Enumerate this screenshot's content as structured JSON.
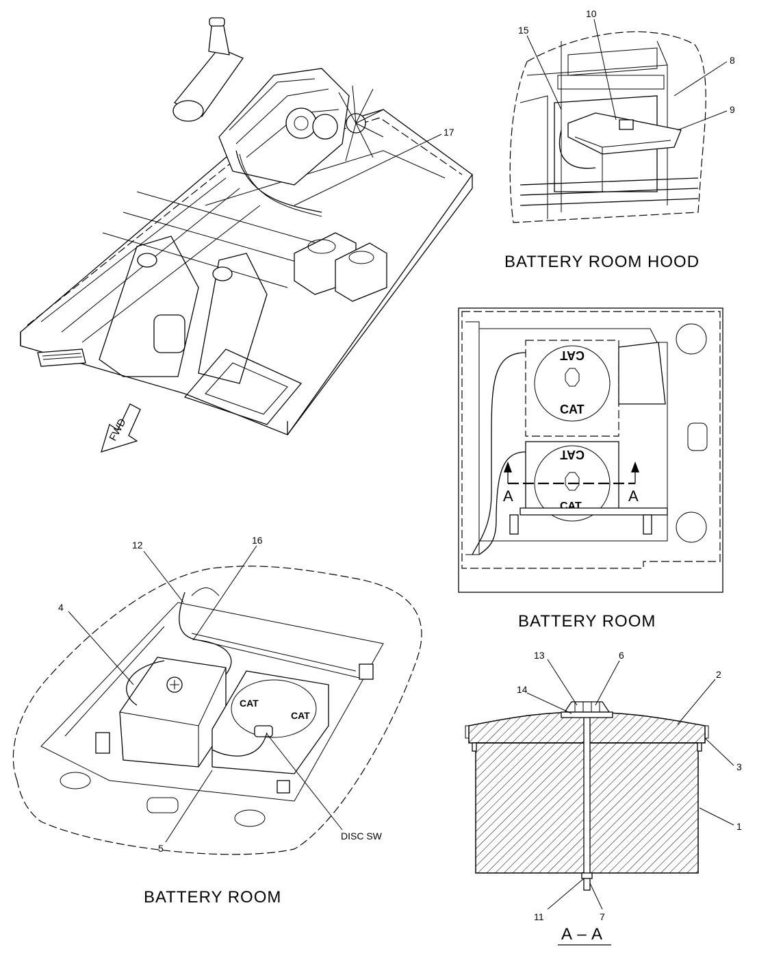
{
  "captions": {
    "battery_room_hood": "BATTERY  ROOM  HOOD",
    "battery_room_top": "BATTERY  ROOM",
    "battery_room_iso": "BATTERY  ROOM",
    "section": "A – A"
  },
  "section_markers": {
    "left": "A",
    "right": "A"
  },
  "callouts": {
    "c17": "17",
    "c15": "15",
    "c10": "10",
    "c8": "8",
    "c9": "9",
    "c12": "12",
    "c16": "16",
    "c4": "4",
    "c5": "5",
    "disc_sw": "DISC  SW",
    "c13": "13",
    "c6": "6",
    "c14": "14",
    "c2": "2",
    "c3": "3",
    "c1": "1",
    "c11": "11",
    "c7": "7"
  },
  "labels": {
    "fwd": "FWD",
    "cat_logo": "CAT"
  }
}
